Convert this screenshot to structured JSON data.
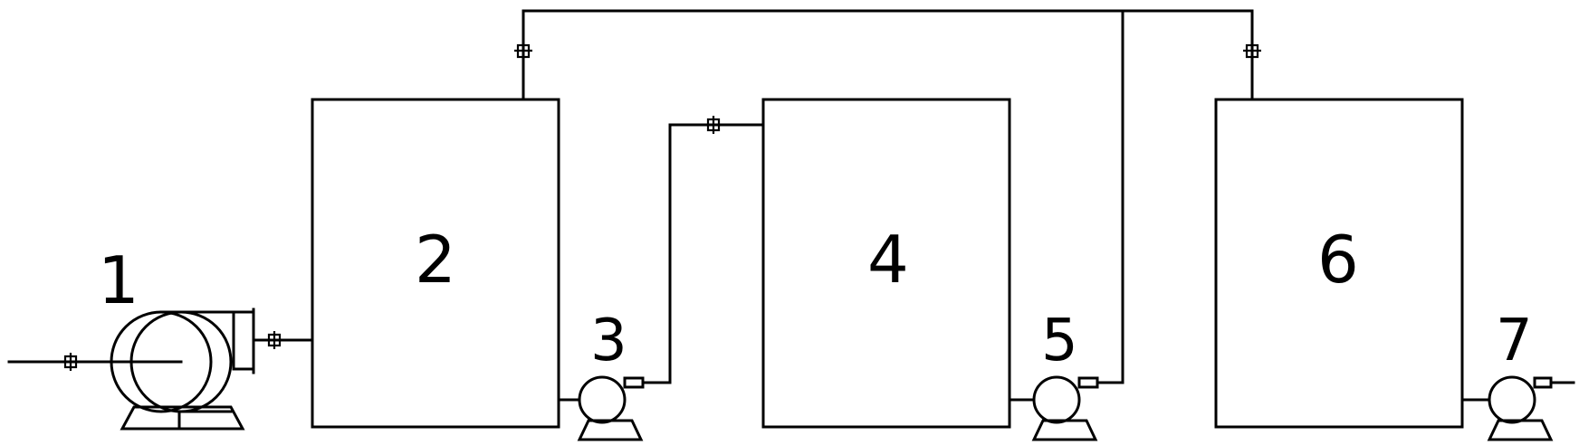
{
  "labels": {
    "n1": "1",
    "n2": "2",
    "n3": "3",
    "n4": "4",
    "n5": "5",
    "n6": "6",
    "n7": "7"
  },
  "colors": {
    "stroke": "#000000",
    "background": "#ffffff"
  }
}
